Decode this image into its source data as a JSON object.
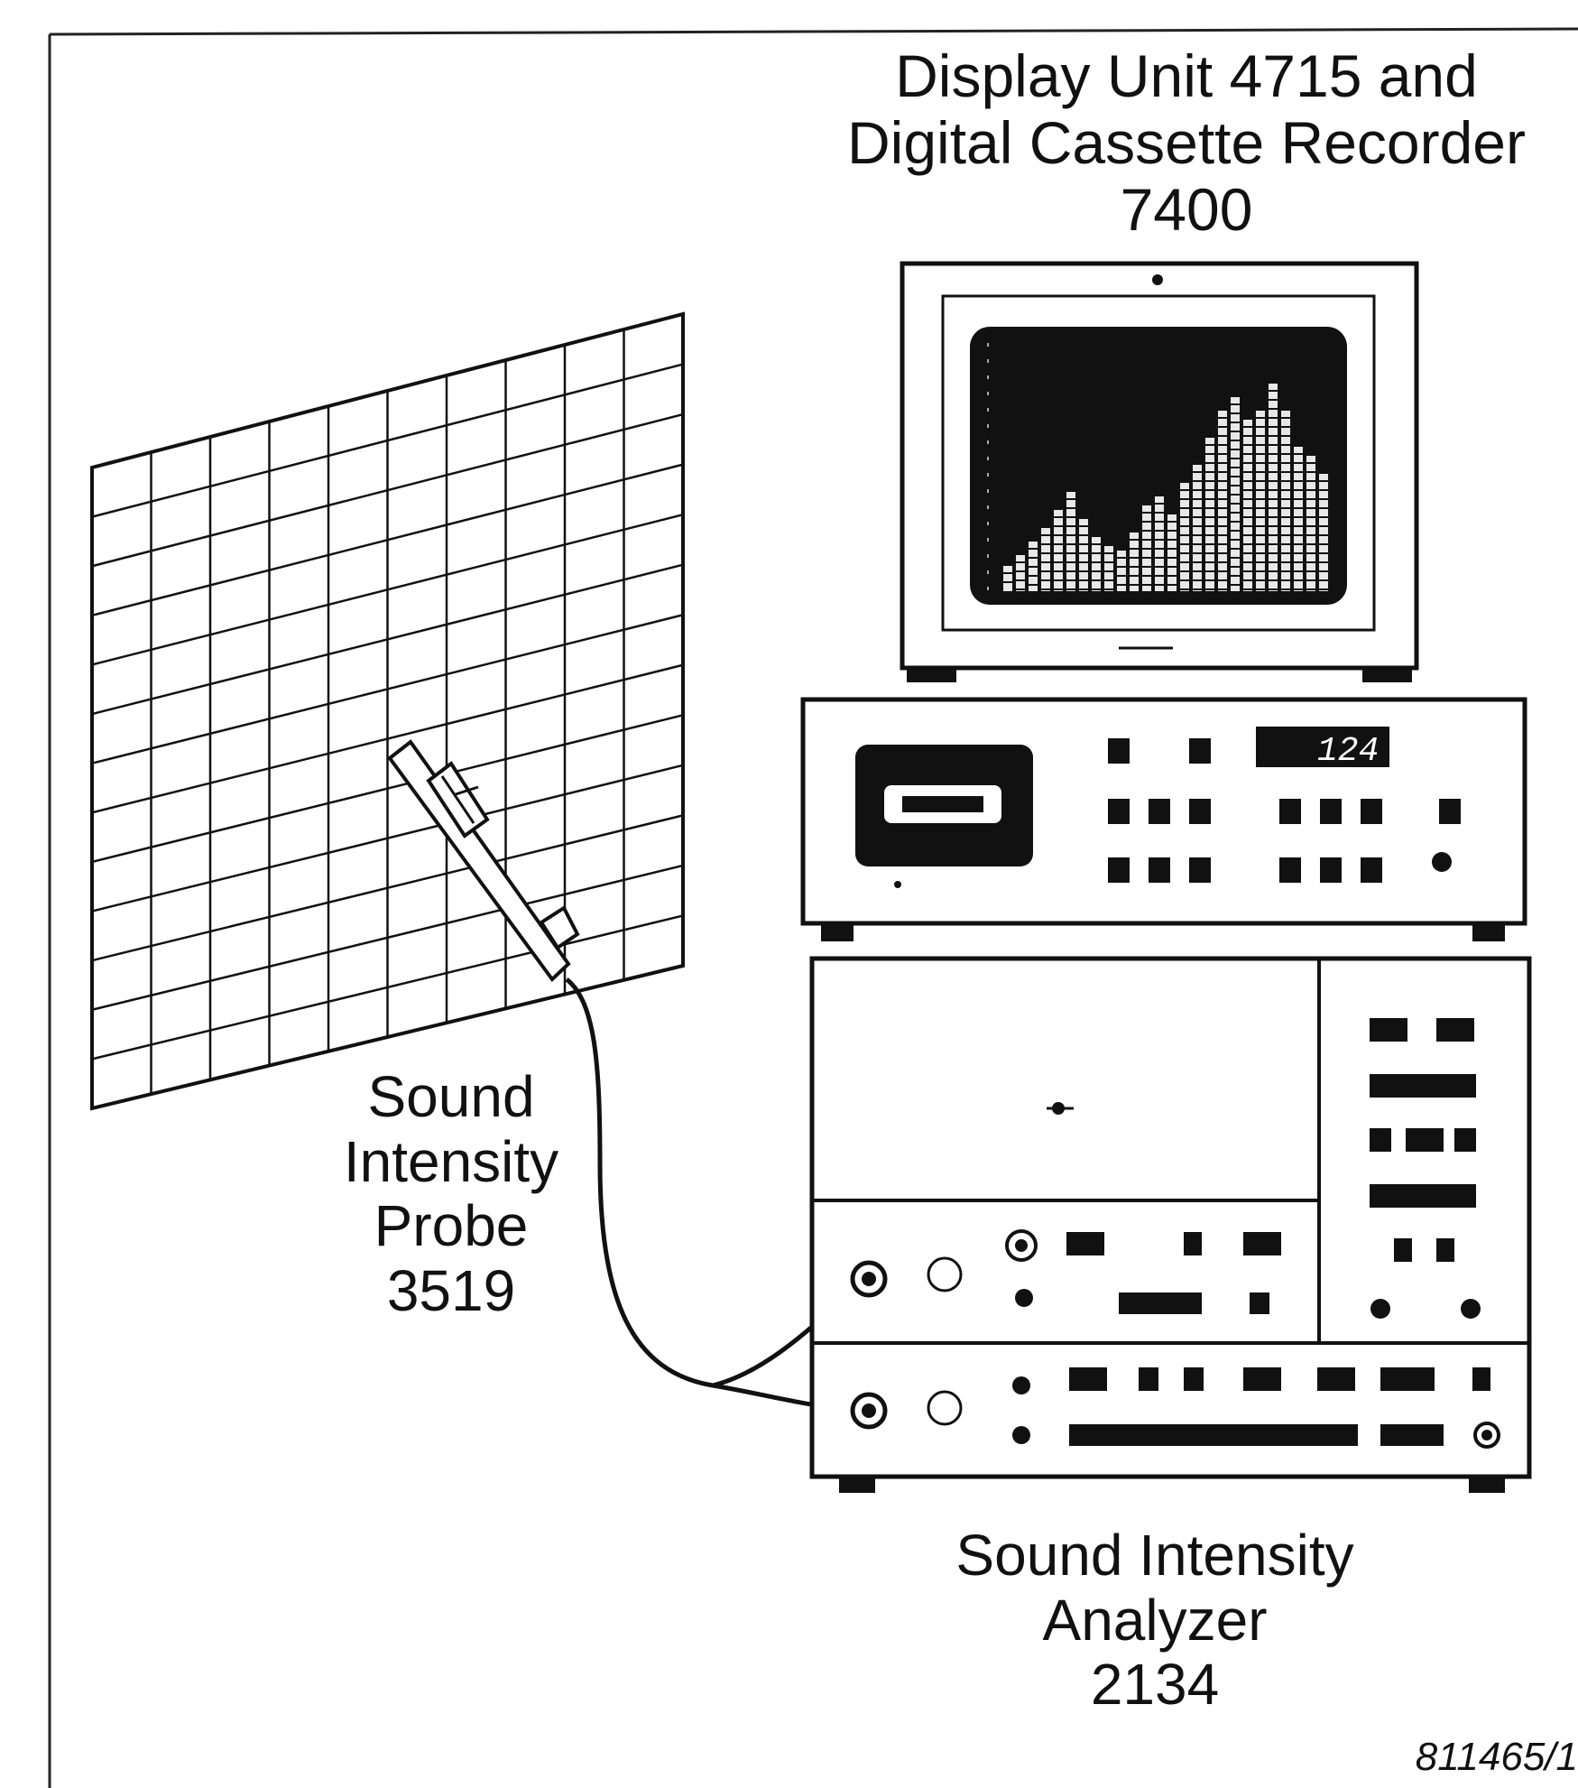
{
  "labels": {
    "display_unit": [
      "Display Unit 4715 and",
      "Digital Cassette Recorder",
      "7400"
    ],
    "probe": [
      "Sound",
      "Intensity",
      "Probe",
      "3519"
    ],
    "analyzer": [
      "Sound Intensity",
      "Analyzer",
      "2134"
    ],
    "figure_number": "811465/1",
    "recorder_counter": "124"
  }
}
